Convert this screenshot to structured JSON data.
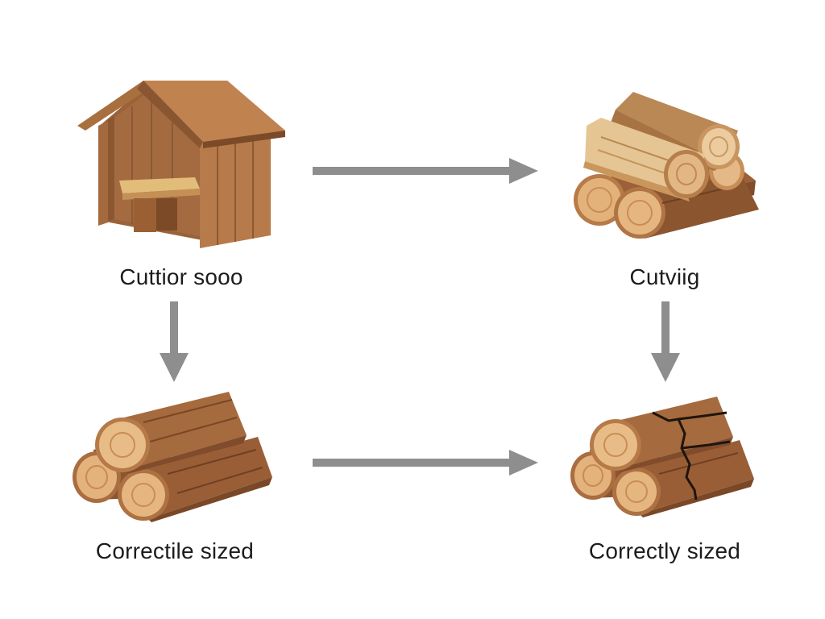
{
  "diagram": {
    "nodes": [
      {
        "id": "shed",
        "label": "Cuttior sooo",
        "icon": "wooden-shed-icon"
      },
      {
        "id": "cutting",
        "label": "Cutviig",
        "icon": "light-log-pile-icon"
      },
      {
        "id": "logs-left",
        "label": "Correctile sized",
        "icon": "log-pile-icon"
      },
      {
        "id": "logs-right",
        "label": "Correctly sized",
        "icon": "split-log-pile-icon"
      }
    ],
    "edges": [
      {
        "from": "shed",
        "to": "cutting"
      },
      {
        "from": "shed",
        "to": "logs-left"
      },
      {
        "from": "cutting",
        "to": "logs-right"
      },
      {
        "from": "logs-left",
        "to": "logs-right"
      }
    ],
    "colors": {
      "arrow": "#8e8e8e",
      "wood_dark": "#8b5a35",
      "wood_mid": "#a86e43",
      "wood_light": "#e8c99c",
      "wood_ring": "#d9a367",
      "label": "#1c1c1c"
    }
  }
}
